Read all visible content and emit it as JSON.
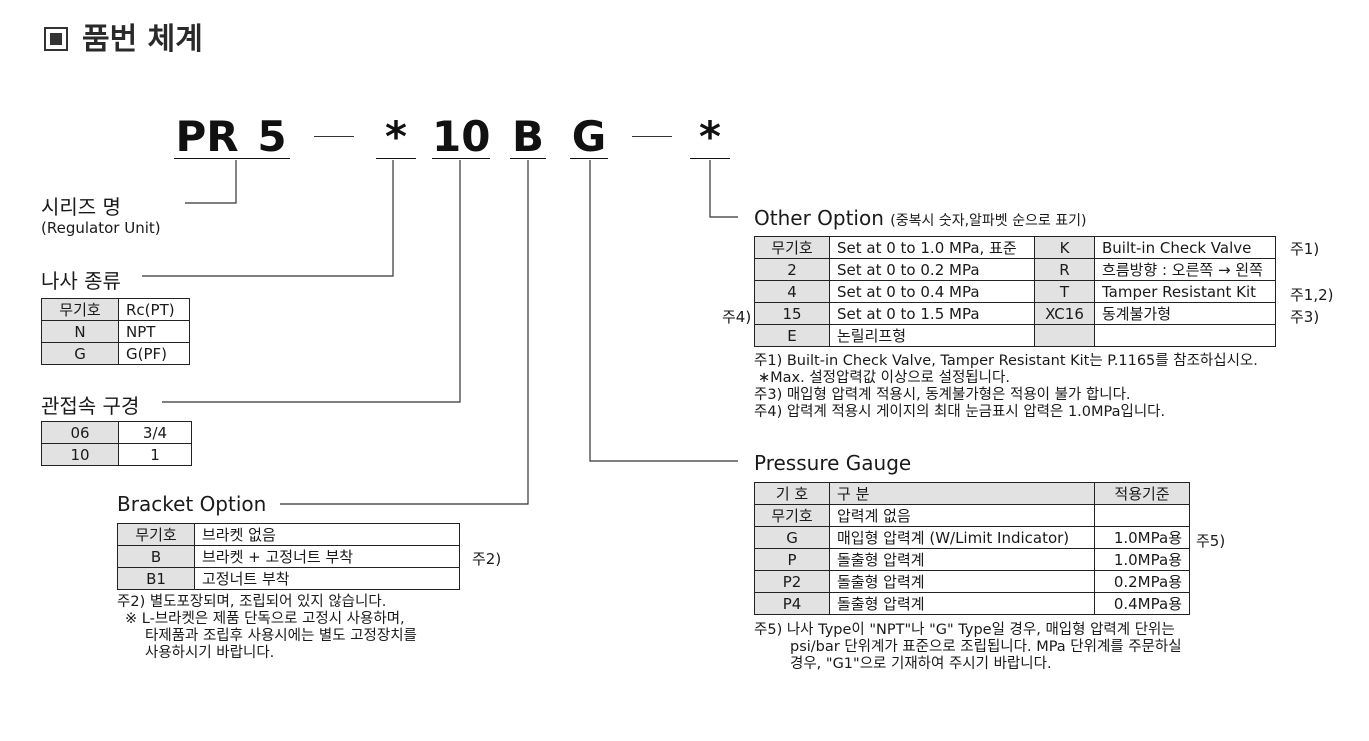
{
  "page_title": "품번 체계",
  "code": {
    "series": "PR",
    "size": "5",
    "thread": "*",
    "port": "10",
    "bracket": "B",
    "gauge": "G",
    "other": "*"
  },
  "series_section": {
    "label": "시리즈 명",
    "sublabel": "(Regulator Unit)"
  },
  "thread_section": {
    "label": "나사 종류",
    "rows": [
      [
        "무기호",
        "Rc(PT)"
      ],
      [
        "N",
        "NPT"
      ],
      [
        "G",
        "G(PF)"
      ]
    ]
  },
  "port_section": {
    "label": "관접속 구경",
    "rows": [
      [
        "06",
        "3/4"
      ],
      [
        "10",
        "1"
      ]
    ]
  },
  "bracket_section": {
    "label": "Bracket Option",
    "rows": [
      [
        "무기호",
        "브라켓 없음"
      ],
      [
        "B",
        "브라켓 + 고정너트 부착"
      ],
      [
        "B1",
        "고정너트 부착"
      ]
    ],
    "row_note": "주2)",
    "notes": [
      "주2) 별도포장되며, 조립되어 있지 않습니다.",
      "※ L-브라켓은 제품 단독으로 고정시 사용하며,",
      "타제품과 조립후 사용시에는 별도 고정장치를",
      "사용하시기 바랍니다."
    ]
  },
  "other_section": {
    "label": "Other Option",
    "label_note": "(중복시 숫자,알파벳 순으로 표기)",
    "rows": [
      [
        "무기호",
        "Set at 0 to 1.0 MPa, 표준",
        "K",
        "Built-in Check Valve"
      ],
      [
        "2",
        "Set at 0 to 0.2 MPa",
        "R",
        "흐름방향 : 오른쪽 → 왼쪽"
      ],
      [
        "4",
        "Set at 0 to 0.4 MPa",
        "T",
        "Tamper Resistant Kit"
      ],
      [
        "15",
        "Set at 0 to 1.5 MPa",
        "XC16",
        "동계불가형"
      ],
      [
        "E",
        "논릴리프형",
        "",
        ""
      ]
    ],
    "left_notes": [
      "",
      "",
      "",
      "주4)",
      ""
    ],
    "right_notes": [
      "주1)",
      "",
      "주1,2)",
      "주3)",
      ""
    ],
    "notes": [
      "주1) Built-in Check Valve, Tamper Resistant Kit는 P.1165를 참조하십시오.",
      "∗Max. 설정압력값 이상으로 설정됩니다.",
      "주3) 매입형 압력계 적용시, 동계불가형은 적용이 불가 합니다.",
      "주4) 압력계 적용시 게이지의 최대 눈금표시 압력은 1.0MPa입니다."
    ]
  },
  "gauge_section": {
    "label": "Pressure Gauge",
    "headers": [
      "기 호",
      "구 분",
      "적용기준"
    ],
    "rows": [
      [
        "무기호",
        "압력계 없음",
        ""
      ],
      [
        "G",
        "매입형 압력계 (W/Limit Indicator)",
        "1.0MPa용"
      ],
      [
        "P",
        "돌출형 압력계",
        "1.0MPa용"
      ],
      [
        "P2",
        "돌출형 압력계",
        "0.2MPa용"
      ],
      [
        "P4",
        "돌출형 압력계",
        "0.4MPa용"
      ]
    ],
    "row_note": "주5)",
    "notes": [
      "주5) 나사 Type이 \"NPT\"나 \"G\" Type일 경우, 매입형 압력계 단위는",
      "psi/bar 단위계가 표준으로 조립됩니다. MPa 단위계를 주문하실",
      "경우, \"G1\"으로 기재하여 주시기 바랍니다."
    ]
  }
}
